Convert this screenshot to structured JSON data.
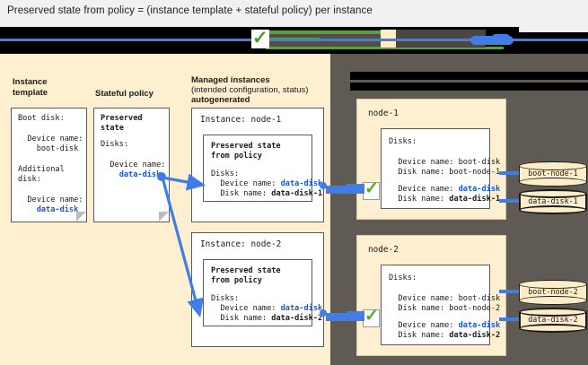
{
  "caption": "Preserved state from policy = (instance template + stateful policy) per instance",
  "colors": {
    "panel_cream": "#fdefd0",
    "panel_gray": "#5f5b54",
    "accent_blue": "#1a56d6",
    "connector_blue": "#3f7ee8",
    "check_green": "#5aa832",
    "redaction_black": "#000000"
  },
  "top_band": {
    "redacted": true,
    "check_icon": "green-check-icon"
  },
  "left_panel": {
    "columns": [
      {
        "heading": "Instance\ntemplate",
        "card": {
          "lines": [
            "Boot disk:",
            "",
            "  Device name:",
            "    boot-disk",
            "",
            "Additional",
            "disk:",
            "",
            "  Device name:",
            "    data-disk"
          ],
          "highlight": "data-disk"
        }
      },
      {
        "heading": "Stateful policy",
        "card": {
          "title": "Preserved\nstate",
          "lines": [
            "Disks:",
            "",
            "  Device name:",
            "    data-disk"
          ],
          "highlight": "data-disk"
        }
      },
      {
        "heading": "Managed instances",
        "heading_sub": "(intended configuration, status)",
        "heading_sub2": "autogenerated",
        "instances": [
          {
            "label": "Instance: node-1",
            "inner_title": "Preserved state\nfrom policy",
            "disks_label": "Disks:",
            "device_name_label": "Device name:",
            "device_name_value": "data-disk",
            "disk_name_label": "Disk name:",
            "disk_name_value": "data-disk-1"
          },
          {
            "label": "Instance: node-2",
            "inner_title": "Preserved state\nfrom policy",
            "disks_label": "Disks:",
            "device_name_label": "Device name:",
            "device_name_value": "data-disk",
            "disk_name_label": "Disk name:",
            "disk_name_value": "data-disk-2"
          }
        ]
      }
    ]
  },
  "right_panel": {
    "header_redacted_lines": 2,
    "nodes": [
      {
        "label": "node-1",
        "disks_label": "Disks:",
        "disks": [
          {
            "device_name_label": "Device name:",
            "device_name_value": "boot-disk",
            "disk_name_label": "Disk name:",
            "disk_name_value": "boot-node-1",
            "highlighted": false,
            "checked": false
          },
          {
            "device_name_label": "Device name:",
            "device_name_value": "data-disk",
            "disk_name_label": "Disk name:",
            "disk_name_value": "data-disk-1",
            "highlighted": true,
            "checked": true
          }
        ],
        "volumes": [
          {
            "name": "boot-node-1",
            "emphasis": false
          },
          {
            "name": "data-disk-1",
            "emphasis": true
          }
        ]
      },
      {
        "label": "node-2",
        "disks_label": "Disks:",
        "disks": [
          {
            "device_name_label": "Device name:",
            "device_name_value": "boot-disk",
            "disk_name_label": "Disk name:",
            "disk_name_value": "boot-node-2",
            "highlighted": false,
            "checked": false
          },
          {
            "device_name_label": "Device name:",
            "device_name_value": "data-disk",
            "disk_name_label": "Disk name:",
            "disk_name_value": "data-disk-2",
            "highlighted": true,
            "checked": true
          }
        ],
        "volumes": [
          {
            "name": "boot-node-2",
            "emphasis": false
          },
          {
            "name": "data-disk-2",
            "emphasis": true
          }
        ]
      }
    ]
  }
}
